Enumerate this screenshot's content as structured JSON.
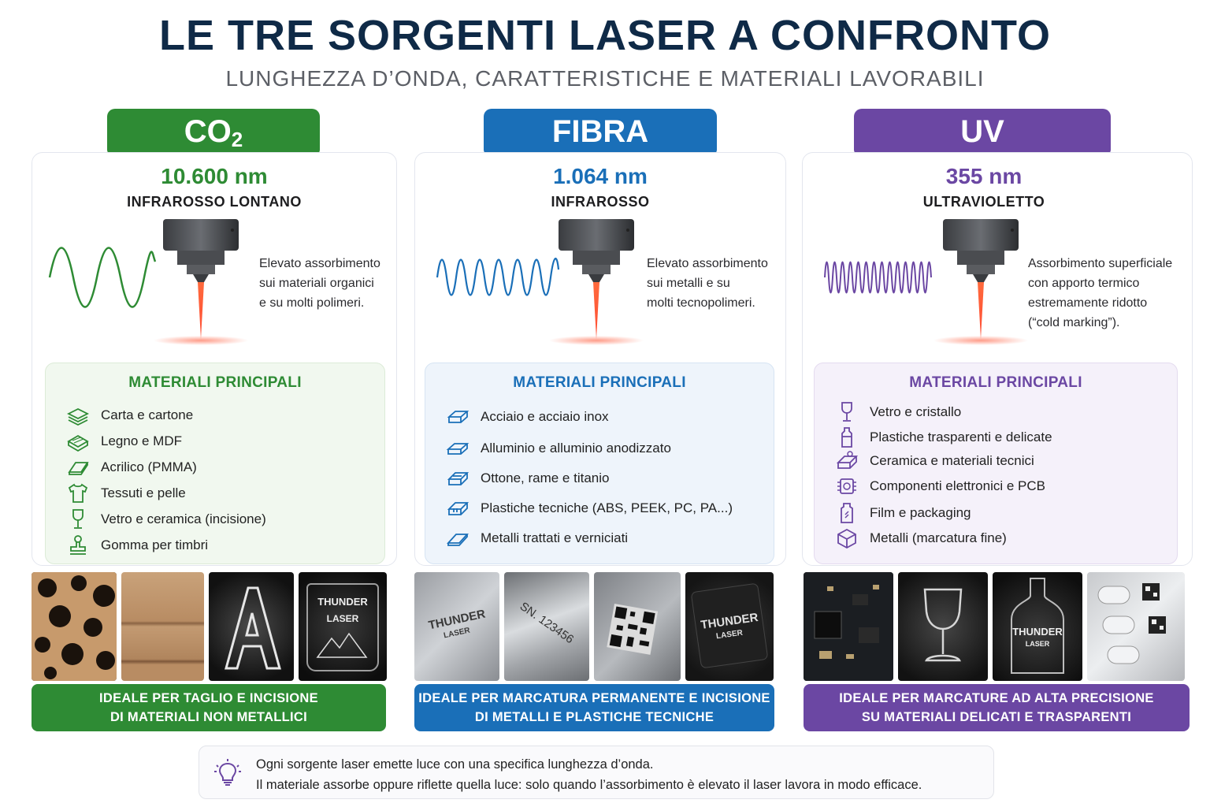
{
  "header": {
    "title": "LE TRE SORGENTI LASER A CONFRONTO",
    "subtitle": "LUNGHEZZA D’ONDA, CARATTERISTICHE E MATERIALI LAVORABILI"
  },
  "columns": [
    {
      "tab_main": "CO",
      "tab_sub": "2",
      "wavelength": "10.600 nm",
      "band": "INFRAROSSO LONTANO",
      "desc": [
        "Elevato assorbimento",
        "sui materiali organici",
        "e su molti polimeri."
      ],
      "materials_title": "MATERIALI PRINCIPALI",
      "materials": [
        "Carta e cartone",
        "Legno e MDF",
        "Acrilico (PMMA)",
        "Tessuti e pelle",
        "Vetro e ceramica (incisione)",
        "Gomma per timbri"
      ],
      "photo_text": {
        "glass_brand": "THUNDER",
        "glass_brand_2": "LASER"
      },
      "banner": [
        "IDEALE PER TAGLIO E INCISIONE",
        "DI MATERIALI NON METALLICI"
      ],
      "accent": "#2e8b34"
    },
    {
      "tab_main": "FIBRA",
      "wavelength": "1.064 nm",
      "band": "INFRAROSSO",
      "desc": [
        "Elevato assorbimento",
        "sui metalli e su",
        "molti tecnopolimeri."
      ],
      "materials_title": "MATERIALI PRINCIPALI",
      "materials": [
        "Acciaio e acciaio inox",
        "Alluminio e alluminio anodizzato",
        "Ottone, rame e titanio",
        "Plastiche tecniche (ABS, PEEK, PC, PA...)",
        "Metalli trattati e verniciati"
      ],
      "photo_text": {
        "plate_brand": "THUNDER",
        "plate_sub": "LASER",
        "serial": "SN. 123456",
        "black_brand": "THUNDER",
        "black_sub": "LASER"
      },
      "banner": [
        "IDEALE PER MARCATURA PERMANENTE E INCISIONE",
        "DI METALLI E PLASTICHE TECNICHE"
      ],
      "accent": "#1a6fb8"
    },
    {
      "tab_main": "UV",
      "wavelength": "355 nm",
      "band": "ULTRAVIOLETTO",
      "desc": [
        "Assorbimento superficiale",
        "con apporto termico",
        "estremamente ridotto",
        "(“cold marking”)."
      ],
      "materials_title": "MATERIALI PRINCIPALI",
      "materials": [
        "Vetro e cristallo",
        "Plastiche trasparenti e delicate",
        "Ceramica e materiali tecnici",
        "Componenti elettronici e PCB",
        "Film e packaging",
        "Metalli (marcatura fine)"
      ],
      "photo_text": {
        "bottle_brand": "THUNDER",
        "bottle_sub": "LASER"
      },
      "banner": [
        "IDEALE PER MARCATURE AD ALTA PRECISIONE",
        "SU MATERIALI DELICATI E TRASPARENTI"
      ],
      "accent": "#6b47a3"
    }
  ],
  "note": {
    "line1": "Ogni sorgente laser emette luce con una specifica lunghezza d’onda.",
    "line2": "Il materiale assorbe oppure riflette quella luce: solo quando l’assorbimento è elevato il laser lavora in modo efficace."
  }
}
